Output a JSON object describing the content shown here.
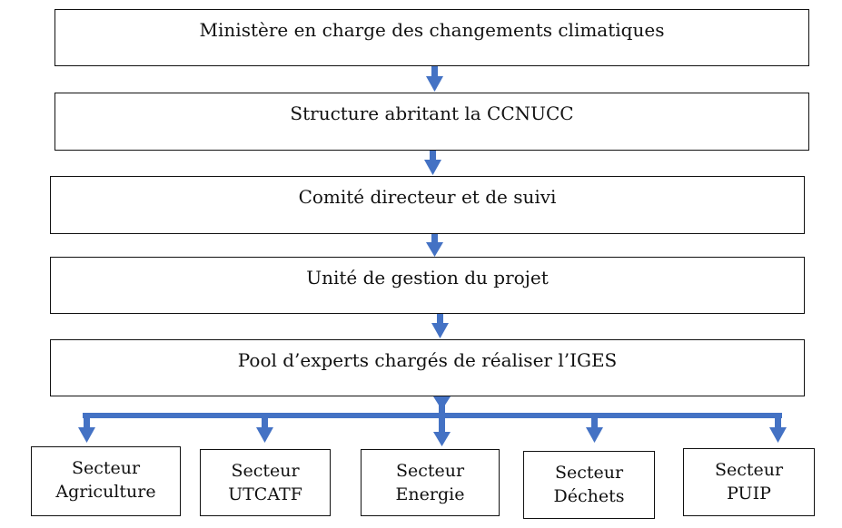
{
  "chain": [
    "Ministère en charge des changements climatiques",
    "Structure abritant  la CCNUCC",
    "Comité directeur et de suivi",
    "Unité de gestion du projet",
    "Pool d’experts chargés de réaliser l’IGES"
  ],
  "sectors": [
    {
      "line1": "Secteur",
      "line2": "Agriculture"
    },
    {
      "line1": "Secteur",
      "line2": "UTCATF"
    },
    {
      "line1": "Secteur",
      "line2": "Energie"
    },
    {
      "line1": "Secteur",
      "line2": "Déchets"
    },
    {
      "line1": "Secteur",
      "line2": "PUIP"
    }
  ],
  "colors": {
    "arrow": "#4472C4",
    "border": "#111111"
  }
}
